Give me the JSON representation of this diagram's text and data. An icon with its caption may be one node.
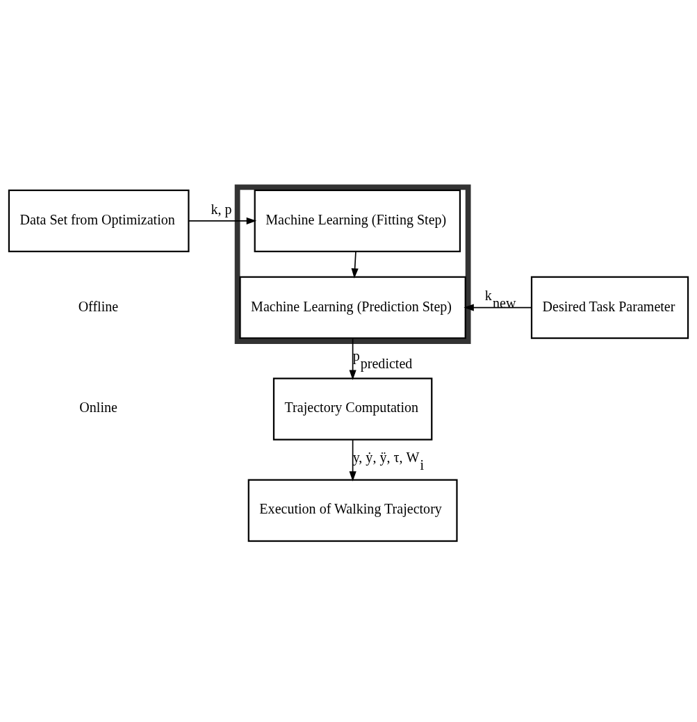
{
  "diagram": {
    "nodes": [
      {
        "text": [
          "Data Set from Optimization"
        ]
      },
      {
        "text": [],
        "shape": "box"
      },
      {
        "text": [
          "Machine Learning (Fitting Step)"
        ],
        "in": 1
      },
      {
        "text": [
          "Machine Learning (Prediction Step)"
        ],
        "in": 1
      },
      {
        "text": [
          "Desired Task Parameter"
        ]
      },
      {
        "text": [
          "Trajectory Computation"
        ]
      },
      {
        "text": [
          "Execution of Walking Trajectory"
        ]
      }
    ],
    "edges": [
      {
        "from": 0,
        "to": 2,
        "arrow": "to",
        "label": "k, p"
      },
      {
        "from": 2,
        "to": 3,
        "arrow": "to"
      },
      {
        "from": 4,
        "to": 3,
        "arrow": "to",
        "label": "k$_{new}$"
      },
      {
        "from": 3,
        "to": 5,
        "arrow": "to",
        "label": "p$_{predicted}$"
      },
      {
        "from": 5,
        "to": 6,
        "arrow": "to",
        "label": "y, ẏ, ÿ, τ, W$_{i}$"
      }
    ],
    "labels": [
      "Offline",
      "Online"
    ]
  }
}
